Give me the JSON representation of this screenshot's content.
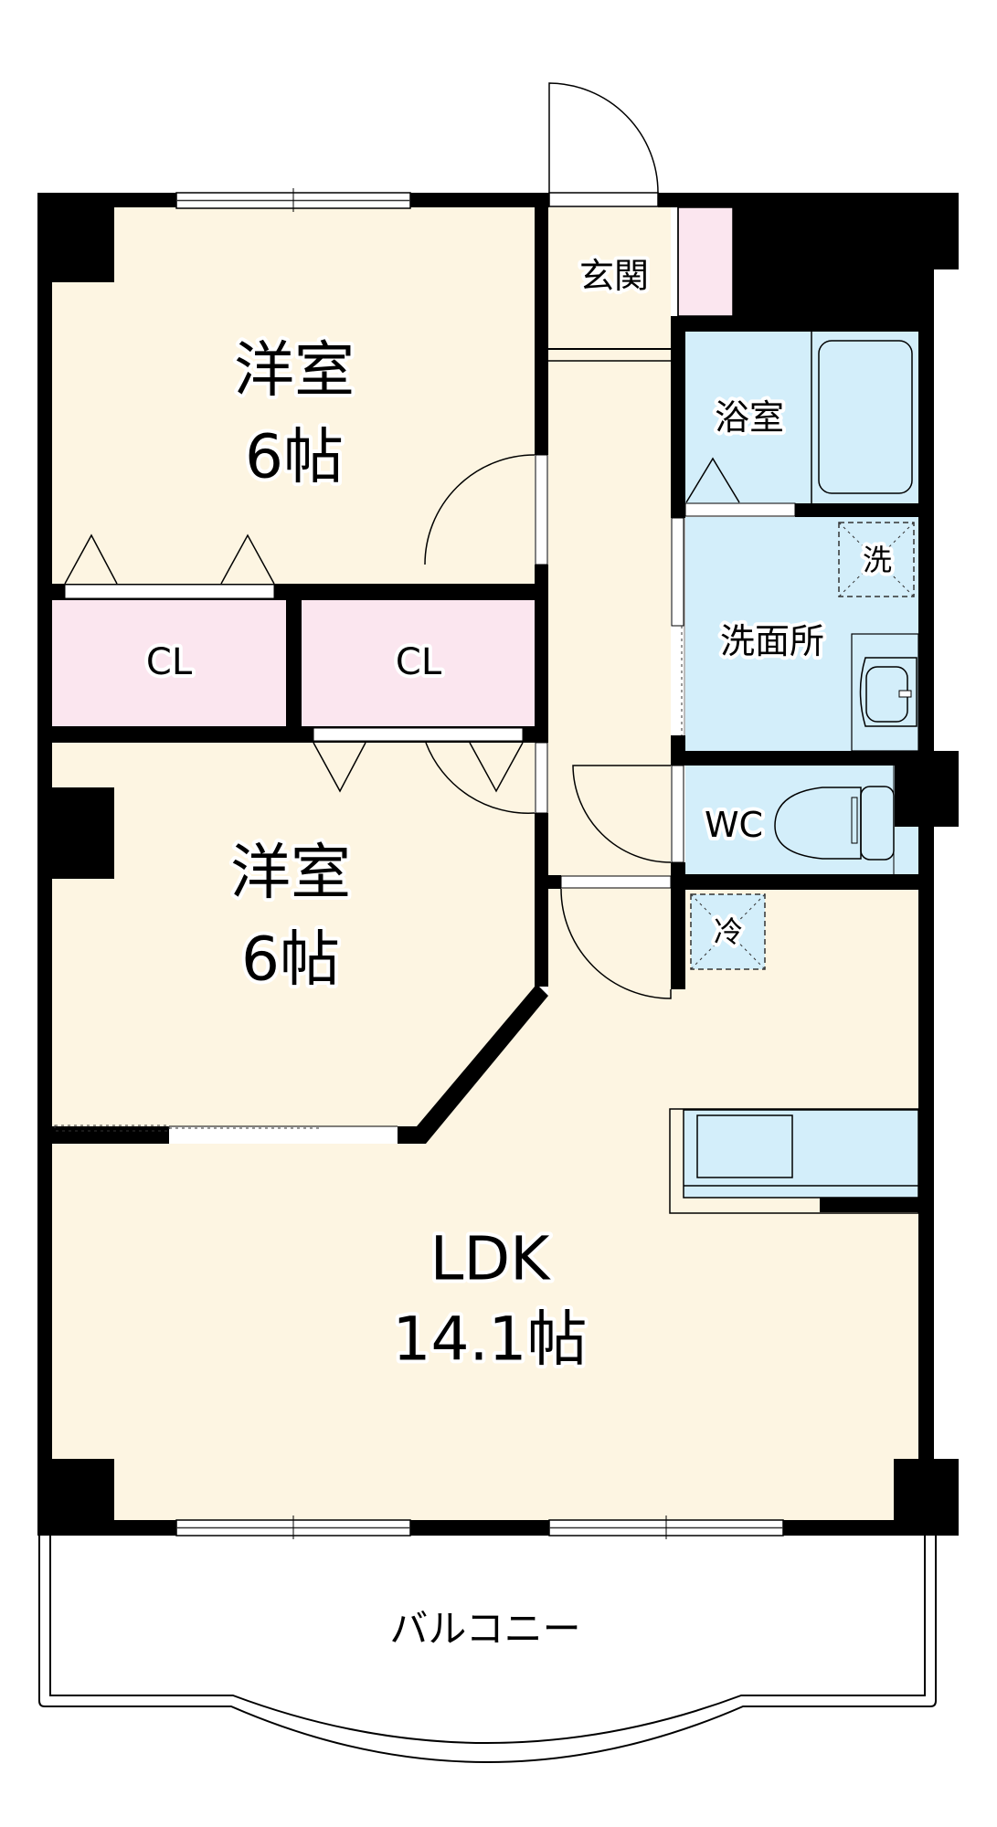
{
  "floorplan": {
    "colors": {
      "wall": "#000000",
      "room_floor": "#fdf5e2",
      "closet_floor": "#fbe6ef",
      "wet_area": "#d3eefa",
      "background": "#ffffff"
    },
    "rooms": {
      "bedroom1": {
        "name": "洋室",
        "size": "6帖"
      },
      "bedroom2": {
        "name": "洋室",
        "size": "6帖"
      },
      "closet1": {
        "name": "CL"
      },
      "closet2": {
        "name": "CL"
      },
      "entrance": {
        "name": "玄関"
      },
      "bathroom": {
        "name": "浴室"
      },
      "washroom": {
        "name": "洗面所"
      },
      "toilet": {
        "name": "WC"
      },
      "ldk": {
        "name": "LDK",
        "size": "14.1帖"
      },
      "balcony": {
        "name": "バルコニー"
      }
    },
    "fixtures": {
      "washing_machine": {
        "symbol": "洗",
        "icon": "washing-machine-icon"
      },
      "refrigerator": {
        "symbol": "冷",
        "icon": "refrigerator-icon"
      },
      "bathtub": {
        "icon": "bathtub-icon"
      },
      "wash_basin": {
        "icon": "sink-icon"
      },
      "toilet_bowl": {
        "icon": "toilet-icon"
      },
      "kitchen_sink": {
        "icon": "kitchen-sink-icon"
      }
    }
  }
}
